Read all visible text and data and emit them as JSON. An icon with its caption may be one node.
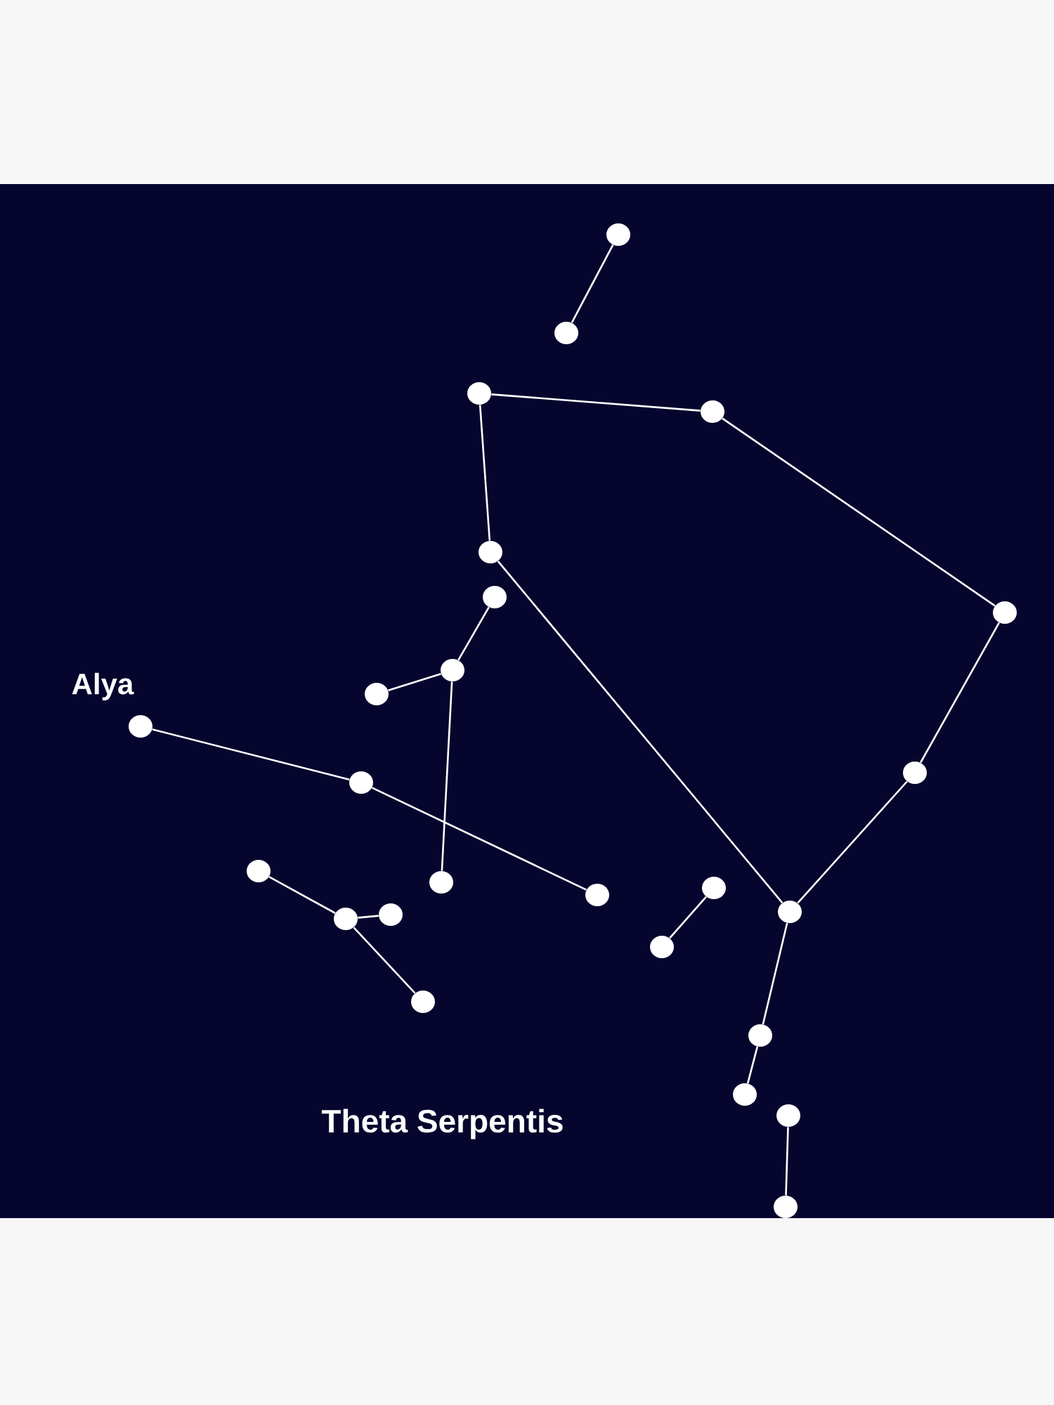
{
  "diagram": {
    "nodes": [
      {
        "text": [],
        "shape": "circle"
      },
      {
        "text": [],
        "shape": "circle"
      },
      {
        "text": [],
        "shape": "circle"
      },
      {
        "text": [],
        "shape": "circle"
      },
      {
        "text": [],
        "shape": "circle"
      },
      {
        "text": [],
        "shape": "circle"
      },
      {
        "text": [],
        "shape": "circle"
      },
      {
        "text": [],
        "shape": "circle"
      },
      {
        "text": [],
        "shape": "circle"
      },
      {
        "text": [],
        "shape": "circle"
      },
      {
        "text": [],
        "shape": "circle"
      },
      {
        "text": [],
        "shape": "circle"
      },
      {
        "text": [],
        "shape": "circle",
        "beside": [
          "Alya"
        ]
      },
      {
        "text": [],
        "shape": "circle"
      },
      {
        "text": [],
        "shape": "circle"
      },
      {
        "text": [],
        "shape": "circle"
      },
      {
        "text": [],
        "shape": "circle"
      },
      {
        "text": [],
        "shape": "circle"
      },
      {
        "text": [],
        "shape": "circle"
      },
      {
        "text": [],
        "shape": "circle"
      },
      {
        "text": [],
        "shape": "circle"
      },
      {
        "text": [],
        "shape": "circle"
      },
      {
        "text": [],
        "shape": "circle"
      },
      {
        "text": [],
        "shape": "circle"
      },
      {
        "text": [],
        "shape": "circle"
      }
    ],
    "edges": [
      {
        "from": 0,
        "to": 1,
        "arrow": "none"
      },
      {
        "from": 2,
        "to": 3,
        "arrow": "none"
      },
      {
        "from": 3,
        "to": 4,
        "arrow": "none"
      },
      {
        "from": 4,
        "to": 5,
        "arrow": "none"
      },
      {
        "from": 5,
        "to": 6,
        "arrow": "none"
      },
      {
        "from": 6,
        "to": 7,
        "arrow": "none"
      },
      {
        "from": 7,
        "to": 2,
        "arrow": "none"
      },
      {
        "from": 8,
        "to": 9,
        "arrow": "none"
      },
      {
        "from": 9,
        "to": 10,
        "arrow": "none"
      },
      {
        "from": 9,
        "to": 11,
        "arrow": "none"
      },
      {
        "from": 12,
        "to": 13,
        "arrow": "none"
      },
      {
        "from": 13,
        "to": 14,
        "arrow": "none"
      },
      {
        "from": 15,
        "to": 16,
        "arrow": "none"
      },
      {
        "from": 16,
        "to": 17,
        "arrow": "none"
      },
      {
        "from": 16,
        "to": 18,
        "arrow": "none"
      },
      {
        "from": 19,
        "to": 20,
        "arrow": "none"
      },
      {
        "from": 6,
        "to": 21,
        "arrow": "none"
      },
      {
        "from": 21,
        "to": 22,
        "arrow": "none"
      },
      {
        "from": 23,
        "to": 24,
        "arrow": "none"
      }
    ],
    "labels": [
      "Theta Serpentis"
    ]
  }
}
